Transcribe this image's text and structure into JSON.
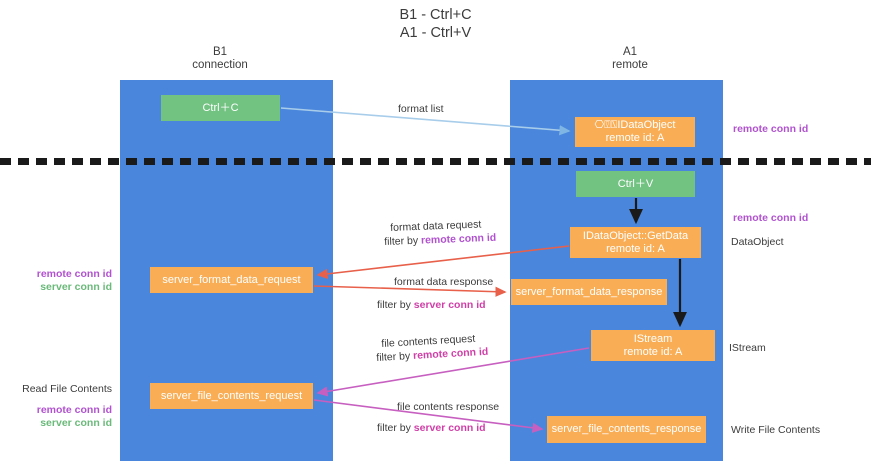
{
  "header": {
    "title": "B1 - Ctrl+C\nA1 - Ctrl+V"
  },
  "lanes": [
    {
      "id": "b1",
      "label": "B1\nconnection",
      "color": "#4a86dc"
    },
    {
      "id": "a1",
      "label": "A1\nremote",
      "color": "#4a86dc"
    }
  ],
  "nodes": {
    "ctrl_c": "Ctrl＋C",
    "ctrl_v": "Ctrl＋V",
    "idataobject": "⎔⍔⍂IDataObject\nremote id: A",
    "getdata": "IDataObject::GetData\nremote id: A",
    "server_format_data_response": "server_format_data_response",
    "istream": "IStream\nremote id: A",
    "server_file_contents_response": "server_file_contents_response",
    "server_format_data_request": "server_format_data_request",
    "server_file_contents_request": "server_file_contents_request"
  },
  "connector_labels": {
    "format_list": "format list",
    "format_data_request": "format data request",
    "format_data_request_filter_prefix": "filter by ",
    "format_data_request_filter_value": "remote conn id",
    "format_data_response": "format data response",
    "format_data_response_filter_prefix": "filter by ",
    "format_data_response_filter_value": "server conn id",
    "file_contents_request": "file contents request",
    "file_contents_request_filter_prefix": "filter by ",
    "file_contents_request_filter_value": "remote conn id",
    "file_contents_response": "file contents response",
    "file_contents_response_filter_prefix": "filter by ",
    "file_contents_response_filter_value": "server conn id"
  },
  "right_annotations": {
    "remote_conn_id_top": "remote conn id",
    "remote_conn_id_mid": "remote conn id",
    "dataobject": "DataObject",
    "istream": "IStream",
    "write_file_contents": "Write File Contents"
  },
  "left_annotations": {
    "group1_remote": "remote conn id",
    "group1_server": "server conn id",
    "group2_title": "Read File Contents",
    "group2_remote": "remote conn id",
    "group2_server": "server conn id"
  },
  "colors": {
    "lane": "#4a86dc",
    "green_node": "#72c282",
    "orange_node": "#f9ad55",
    "purple_text": "#b152cf",
    "green_text": "#6aba79",
    "magenta_text": "#d03fa8",
    "arrow_blue": "#a8cdeb",
    "arrow_red": "#e8604a",
    "arrow_magenta": "#c75fc0",
    "arrow_dark": "#1a1a1a"
  }
}
